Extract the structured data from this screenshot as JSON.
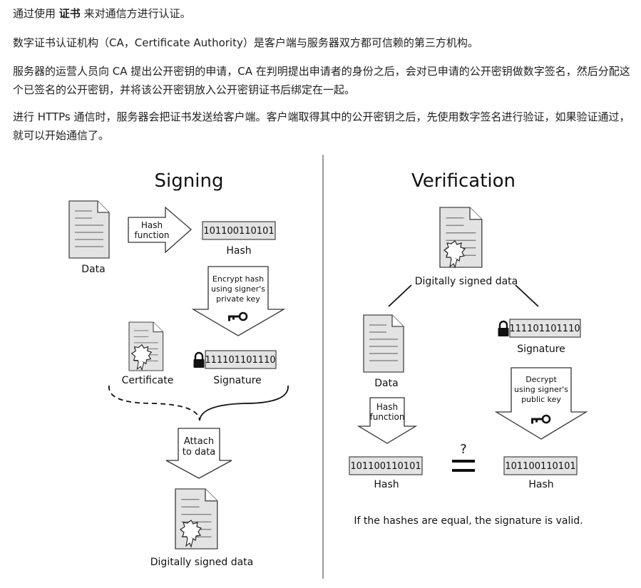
{
  "intro": {
    "p1_prefix": "通过使用",
    "p1_bold": "证书",
    "p1_suffix": "来对通信方进行认证。",
    "p2": "数字证书认证机构（CA，Certificate Authority）是客户端与服务器双方都可信赖的第三方机构。",
    "p3": "服务器的运营人员向 CA 提出公开密钥的申请，CA 在判明提出申请者的身份之后，会对已申请的公开密钥做数字签名，然后分配这个已签名的公开密钥，并将该公开密钥放入公开密钥证书后绑定在一起。",
    "p4": "进行 HTTPs 通信时，服务器会把证书发送给客户端。客户端取得其中的公开密钥之后，先使用数字签名进行验证，如果验证通过，就可以开始通信了。"
  },
  "signing": {
    "title": "Signing",
    "data_label": "Data",
    "hash_function_line1": "Hash",
    "hash_function_line2": "function",
    "hash_value": "101100110101",
    "hash_label": "Hash",
    "encrypt_line1": "Encrypt hash",
    "encrypt_line2": "using signer's",
    "encrypt_line3": "private key",
    "certificate_label": "Certificate",
    "signature_value": "111101101110",
    "signature_label": "Signature",
    "attach_line1": "Attach",
    "attach_line2": "to data",
    "signed_data_label": "Digitally signed data"
  },
  "verification": {
    "title": "Verification",
    "signed_data_label": "Digitally signed data",
    "data_label": "Data",
    "signature_value": "111101101110",
    "signature_label": "Signature",
    "hash_function_line1": "Hash",
    "hash_function_line2": "function",
    "decrypt_line1": "Decrypt",
    "decrypt_line2": "using signer's",
    "decrypt_line3": "public key",
    "hash_value_left": "101100110101",
    "hash_label_left": "Hash",
    "hash_value_right": "101100110101",
    "hash_label_right": "Hash",
    "question_mark": "?",
    "conclusion": "If the hashes are equal, the signature is valid."
  }
}
